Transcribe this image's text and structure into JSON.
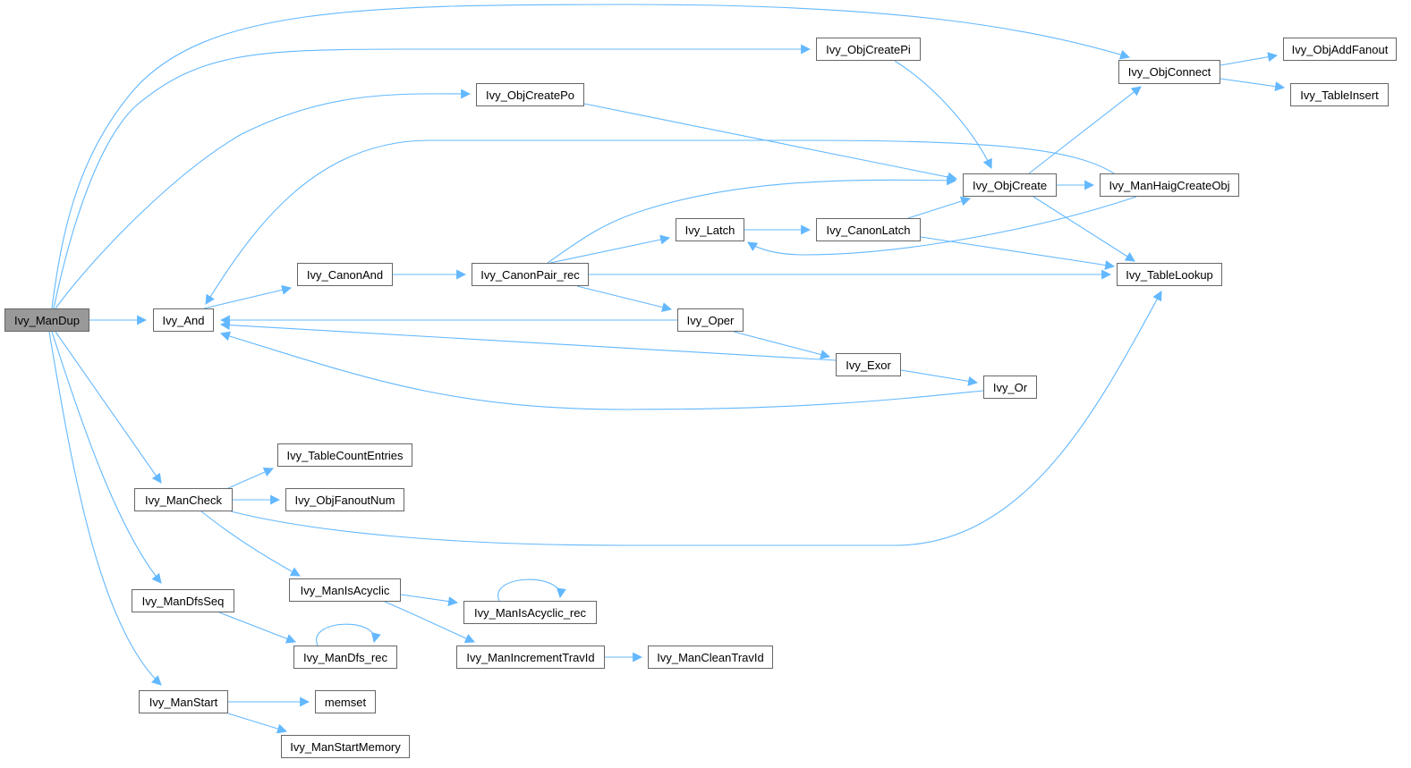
{
  "colors": {
    "edge": "#63b8ff",
    "root_fill": "#999999",
    "node_fill": "#ffffff",
    "node_border": "#666666"
  },
  "nodes": [
    {
      "id": "ManDup",
      "label": "Ivy_ManDup",
      "root": true
    },
    {
      "id": "And",
      "label": "Ivy_And"
    },
    {
      "id": "ObjCreatePi",
      "label": "Ivy_ObjCreatePi"
    },
    {
      "id": "ObjCreatePo",
      "label": "Ivy_ObjCreatePo"
    },
    {
      "id": "ObjConnect",
      "label": "Ivy_ObjConnect"
    },
    {
      "id": "ObjAddFanout",
      "label": "Ivy_ObjAddFanout"
    },
    {
      "id": "TableInsert",
      "label": "Ivy_TableInsert"
    },
    {
      "id": "ObjCreate",
      "label": "Ivy_ObjCreate"
    },
    {
      "id": "ManHaigCreateObj",
      "label": "Ivy_ManHaigCreateObj"
    },
    {
      "id": "CanonAnd",
      "label": "Ivy_CanonAnd"
    },
    {
      "id": "CanonPair_rec",
      "label": "Ivy_CanonPair_rec"
    },
    {
      "id": "Latch",
      "label": "Ivy_Latch"
    },
    {
      "id": "CanonLatch",
      "label": "Ivy_CanonLatch"
    },
    {
      "id": "TableLookup",
      "label": "Ivy_TableLookup"
    },
    {
      "id": "Oper",
      "label": "Ivy_Oper"
    },
    {
      "id": "Exor",
      "label": "Ivy_Exor"
    },
    {
      "id": "Or",
      "label": "Ivy_Or"
    },
    {
      "id": "TableCountEntries",
      "label": "Ivy_TableCountEntries"
    },
    {
      "id": "ManCheck",
      "label": "Ivy_ManCheck"
    },
    {
      "id": "ObjFanoutNum",
      "label": "Ivy_ObjFanoutNum"
    },
    {
      "id": "ManIsAcyclic",
      "label": "Ivy_ManIsAcyclic"
    },
    {
      "id": "ManIsAcyclic_rec",
      "label": "Ivy_ManIsAcyclic_rec"
    },
    {
      "id": "ManDfsSeq",
      "label": "Ivy_ManDfsSeq"
    },
    {
      "id": "ManDfs_rec",
      "label": "Ivy_ManDfs_rec"
    },
    {
      "id": "ManIncrementTravId",
      "label": "Ivy_ManIncrementTravId"
    },
    {
      "id": "ManCleanTravId",
      "label": "Ivy_ManCleanTravId"
    },
    {
      "id": "ManStart",
      "label": "Ivy_ManStart"
    },
    {
      "id": "memset",
      "label": "memset"
    },
    {
      "id": "ManStartMemory",
      "label": "Ivy_ManStartMemory"
    }
  ],
  "edges": [
    [
      "ManDup",
      "And"
    ],
    [
      "ManDup",
      "ObjConnect"
    ],
    [
      "ManDup",
      "ObjCreatePi"
    ],
    [
      "ManDup",
      "ObjCreatePo"
    ],
    [
      "ManDup",
      "ManCheck"
    ],
    [
      "ManDup",
      "ManDfsSeq"
    ],
    [
      "ManDup",
      "ManStart"
    ],
    [
      "And",
      "CanonAnd"
    ],
    [
      "CanonAnd",
      "CanonPair_rec"
    ],
    [
      "CanonPair_rec",
      "Latch"
    ],
    [
      "CanonPair_rec",
      "ObjCreate"
    ],
    [
      "CanonPair_rec",
      "TableLookup"
    ],
    [
      "CanonPair_rec",
      "Oper"
    ],
    [
      "Latch",
      "CanonLatch"
    ],
    [
      "CanonLatch",
      "ObjCreate"
    ],
    [
      "CanonLatch",
      "TableLookup"
    ],
    [
      "ObjCreatePo",
      "ObjCreate"
    ],
    [
      "ObjCreatePi",
      "ObjCreate"
    ],
    [
      "ObjCreate",
      "ObjConnect"
    ],
    [
      "ObjCreate",
      "ManHaigCreateObj"
    ],
    [
      "ObjCreate",
      "TableLookup"
    ],
    [
      "ManHaigCreateObj",
      "And"
    ],
    [
      "ManHaigCreateObj",
      "Latch"
    ],
    [
      "ObjConnect",
      "ObjAddFanout"
    ],
    [
      "ObjConnect",
      "TableInsert"
    ],
    [
      "Oper",
      "And"
    ],
    [
      "Oper",
      "Exor"
    ],
    [
      "Exor",
      "And"
    ],
    [
      "Exor",
      "Or"
    ],
    [
      "Or",
      "And"
    ],
    [
      "ManCheck",
      "TableCountEntries"
    ],
    [
      "ManCheck",
      "ObjFanoutNum"
    ],
    [
      "ManCheck",
      "TableLookup"
    ],
    [
      "ManCheck",
      "ManIsAcyclic"
    ],
    [
      "ManIsAcyclic",
      "ManIsAcyclic_rec"
    ],
    [
      "ManIsAcyclic",
      "ManIncrementTravId"
    ],
    [
      "ManIsAcyclic_rec",
      "ManIsAcyclic_rec"
    ],
    [
      "ManIncrementTravId",
      "ManCleanTravId"
    ],
    [
      "ManDfsSeq",
      "ManDfs_rec"
    ],
    [
      "ManDfs_rec",
      "ManDfs_rec"
    ],
    [
      "ManStart",
      "memset"
    ],
    [
      "ManStart",
      "ManStartMemory"
    ]
  ]
}
